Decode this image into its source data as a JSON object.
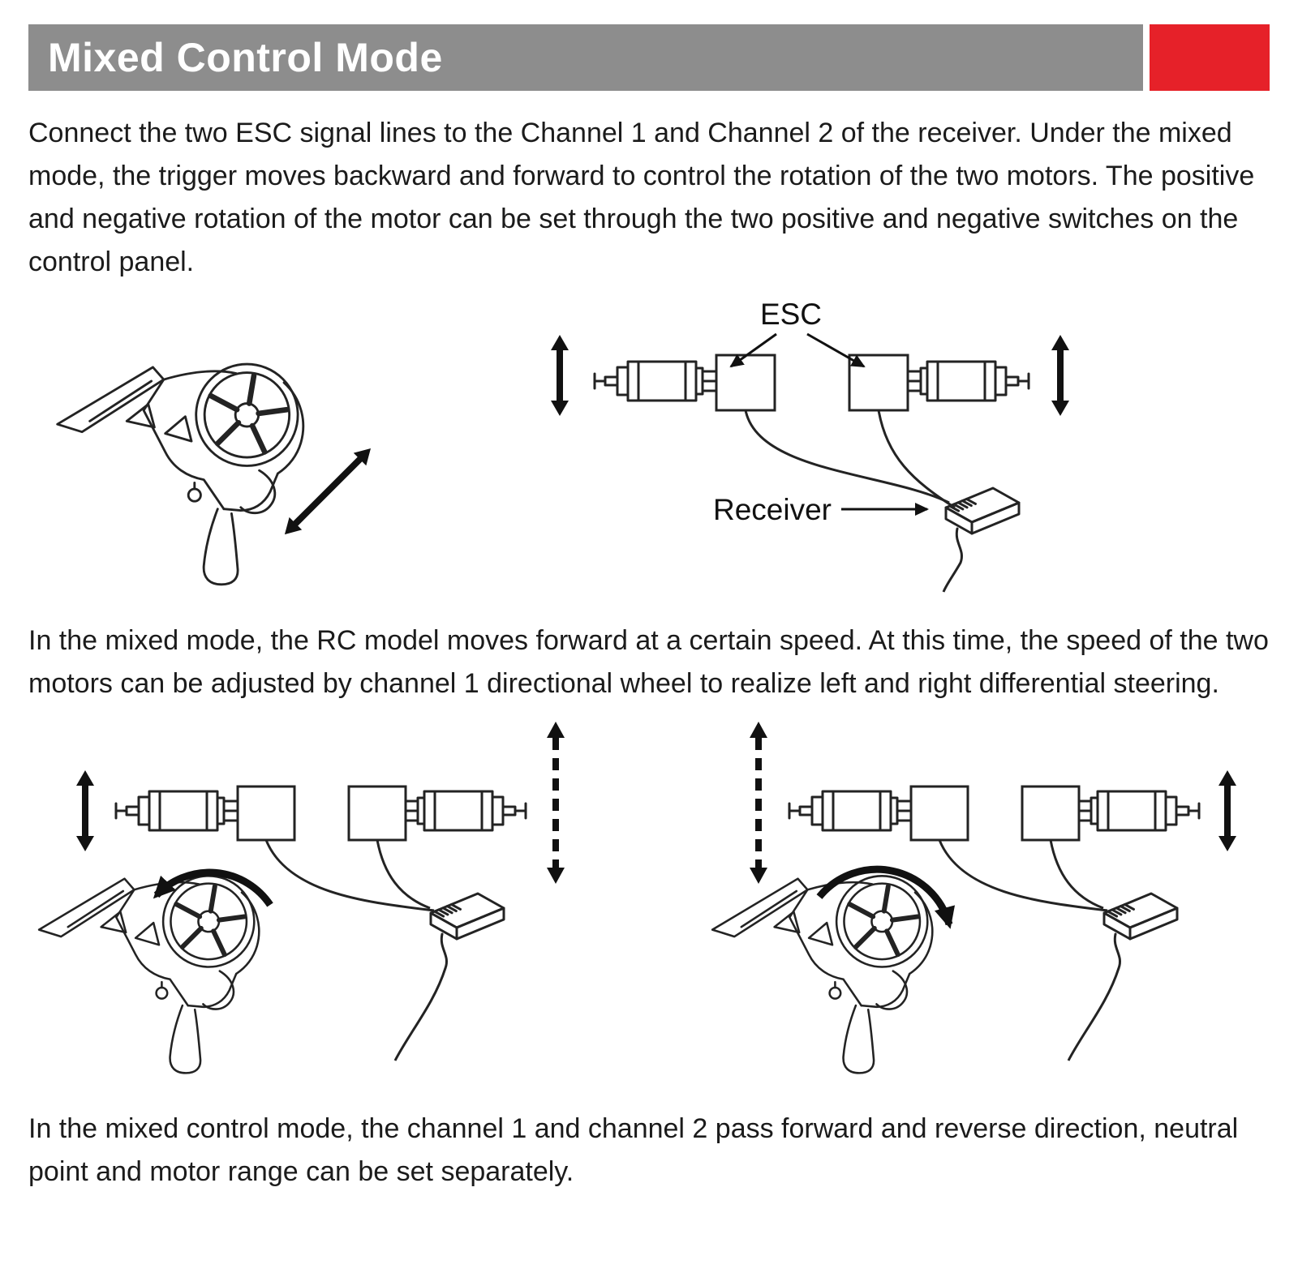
{
  "header": {
    "title": "Mixed Control Mode"
  },
  "colors": {
    "header_bg": "#8d8d8d",
    "accent_red": "#e62129",
    "ink": "#1b1b1b"
  },
  "paragraphs": {
    "p1": "Connect the two ESC signal lines to the Channel 1 and Channel 2 of the receiver. Under the mixed mode, the trigger moves backward and forward to control the rotation of the two motors. The positive and negative rotation of the motor can be set through the two positive and negative switches on the control panel.",
    "p2": "In the mixed mode, the RC model moves forward at a certain speed. At this time, the speed of the two motors can be adjusted by channel 1 directional wheel to realize left and right differential steering.",
    "p3": "In the mixed control mode, the channel 1 and channel 2 pass forward and reverse direction, neutral point and motor range can be set separately."
  },
  "figure1": {
    "esc_label": "ESC",
    "receiver_label": "Receiver",
    "icons": [
      "transmitter-icon",
      "motor-icon",
      "esc-box-icon",
      "receiver-icon",
      "vertical-double-arrow-icon",
      "trigger-direction-arrow-icon",
      "pointer-arrow-icon"
    ]
  },
  "figure2": {
    "panels": [
      {
        "name": "steer-left",
        "icons": [
          "solid-arrow-icon",
          "motor-icon",
          "esc-box-icon",
          "dashed-arrow-icon",
          "receiver-icon",
          "transmitter-icon",
          "curved-arrow-left-icon"
        ]
      },
      {
        "name": "steer-right",
        "icons": [
          "dashed-arrow-icon",
          "motor-icon",
          "esc-box-icon",
          "solid-arrow-icon",
          "receiver-icon",
          "transmitter-icon",
          "curved-arrow-right-icon"
        ]
      }
    ]
  }
}
